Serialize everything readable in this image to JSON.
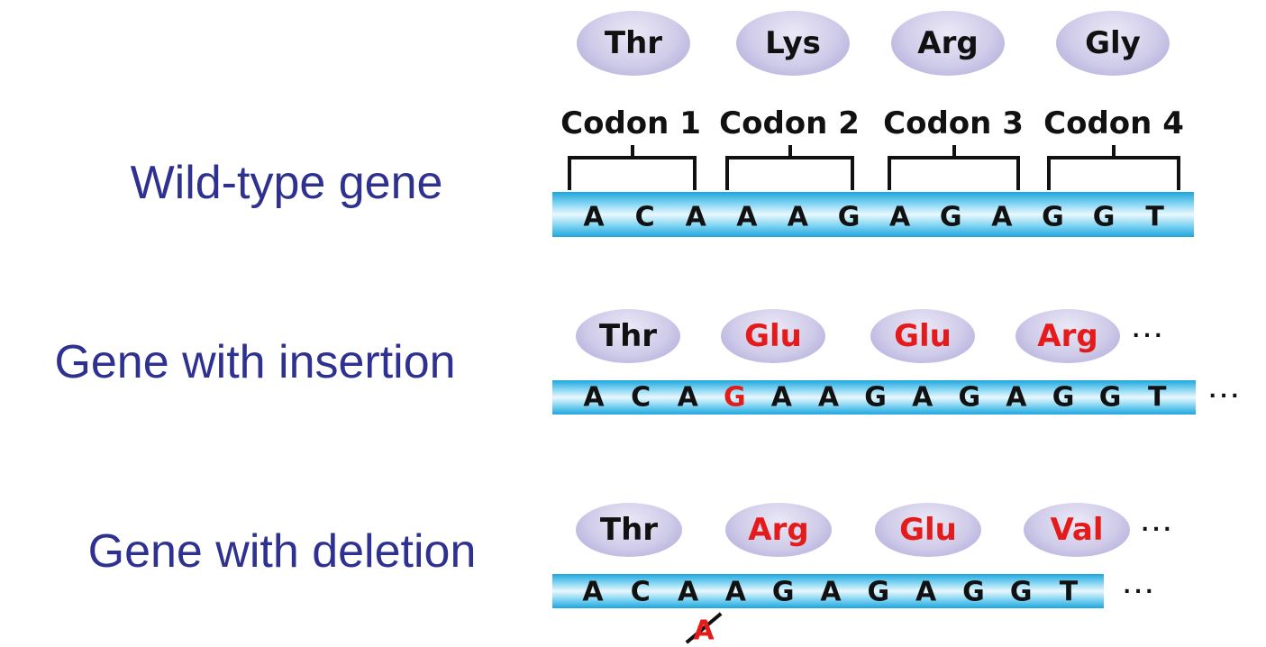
{
  "rows": {
    "wild": {
      "label": "Wild-type gene",
      "amino_acids": [
        {
          "name": "Thr",
          "mutated": false
        },
        {
          "name": "Lys",
          "mutated": false
        },
        {
          "name": "Arg",
          "mutated": false
        },
        {
          "name": "Gly",
          "mutated": false
        }
      ],
      "codons": [
        "Codon 1",
        "Codon 2",
        "Codon 3",
        "Codon 4"
      ],
      "bases": [
        {
          "b": "A"
        },
        {
          "b": "C"
        },
        {
          "b": "A"
        },
        {
          "b": "A"
        },
        {
          "b": "A"
        },
        {
          "b": "G"
        },
        {
          "b": "A"
        },
        {
          "b": "G"
        },
        {
          "b": "A"
        },
        {
          "b": "G"
        },
        {
          "b": "G"
        },
        {
          "b": "T"
        }
      ]
    },
    "insertion": {
      "label": "Gene with insertion",
      "amino_acids": [
        {
          "name": "Thr",
          "mutated": false
        },
        {
          "name": "Glu",
          "mutated": true
        },
        {
          "name": "Glu",
          "mutated": true
        },
        {
          "name": "Arg",
          "mutated": true
        }
      ],
      "bases": [
        {
          "b": "A"
        },
        {
          "b": "C"
        },
        {
          "b": "A"
        },
        {
          "b": "G",
          "mutated": true
        },
        {
          "b": "A"
        },
        {
          "b": "A"
        },
        {
          "b": "G"
        },
        {
          "b": "A"
        },
        {
          "b": "G"
        },
        {
          "b": "A"
        },
        {
          "b": "G"
        },
        {
          "b": "G"
        },
        {
          "b": "T"
        }
      ],
      "ellipsis": "···"
    },
    "deletion": {
      "label": "Gene with deletion",
      "amino_acids": [
        {
          "name": "Thr",
          "mutated": false
        },
        {
          "name": "Arg",
          "mutated": true
        },
        {
          "name": "Glu",
          "mutated": true
        },
        {
          "name": "Val",
          "mutated": true
        }
      ],
      "bases": [
        {
          "b": "A"
        },
        {
          "b": "C"
        },
        {
          "b": "A"
        },
        {
          "b": "A"
        },
        {
          "b": "G"
        },
        {
          "b": "A"
        },
        {
          "b": "G"
        },
        {
          "b": "A"
        },
        {
          "b": "G"
        },
        {
          "b": "G"
        },
        {
          "b": "T"
        }
      ],
      "deleted_base": "A",
      "ellipsis": "···"
    }
  },
  "colors": {
    "label": "#2e3190",
    "mutation": "#e41b1b"
  }
}
